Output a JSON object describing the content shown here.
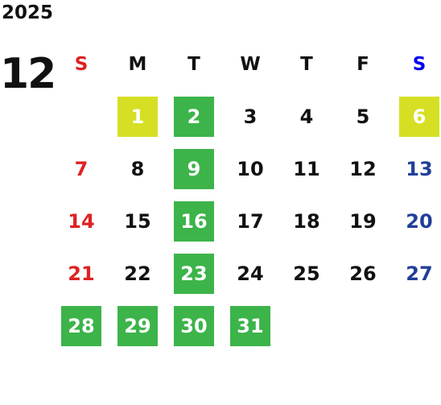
{
  "calendar": {
    "year": "2025",
    "month": "12",
    "weekdays": [
      "S",
      "M",
      "T",
      "W",
      "T",
      "F",
      "S"
    ],
    "start_offset": 1,
    "days": [
      {
        "label": "1",
        "highlight": "yellow"
      },
      {
        "label": "2",
        "highlight": "green"
      },
      {
        "label": "3",
        "highlight": ""
      },
      {
        "label": "4",
        "highlight": ""
      },
      {
        "label": "5",
        "highlight": ""
      },
      {
        "label": "6",
        "highlight": "yellow"
      },
      {
        "label": "7",
        "highlight": ""
      },
      {
        "label": "8",
        "highlight": ""
      },
      {
        "label": "9",
        "highlight": "green"
      },
      {
        "label": "10",
        "highlight": ""
      },
      {
        "label": "11",
        "highlight": ""
      },
      {
        "label": "12",
        "highlight": ""
      },
      {
        "label": "13",
        "highlight": ""
      },
      {
        "label": "14",
        "highlight": ""
      },
      {
        "label": "15",
        "highlight": ""
      },
      {
        "label": "16",
        "highlight": "green"
      },
      {
        "label": "17",
        "highlight": ""
      },
      {
        "label": "18",
        "highlight": ""
      },
      {
        "label": "19",
        "highlight": ""
      },
      {
        "label": "20",
        "highlight": ""
      },
      {
        "label": "21",
        "highlight": ""
      },
      {
        "label": "22",
        "highlight": ""
      },
      {
        "label": "23",
        "highlight": "green"
      },
      {
        "label": "24",
        "highlight": ""
      },
      {
        "label": "25",
        "highlight": ""
      },
      {
        "label": "26",
        "highlight": ""
      },
      {
        "label": "27",
        "highlight": ""
      },
      {
        "label": "28",
        "highlight": "green"
      },
      {
        "label": "29",
        "highlight": "green"
      },
      {
        "label": "30",
        "highlight": "green"
      },
      {
        "label": "31",
        "highlight": "green"
      }
    ]
  },
  "colors": {
    "sunday": "#dd2222",
    "saturday": "#223f99",
    "saturday_header": "#0000ee",
    "highlight_green": "#3cb44a",
    "highlight_yellow": "#d6df24",
    "text": "#111111"
  }
}
